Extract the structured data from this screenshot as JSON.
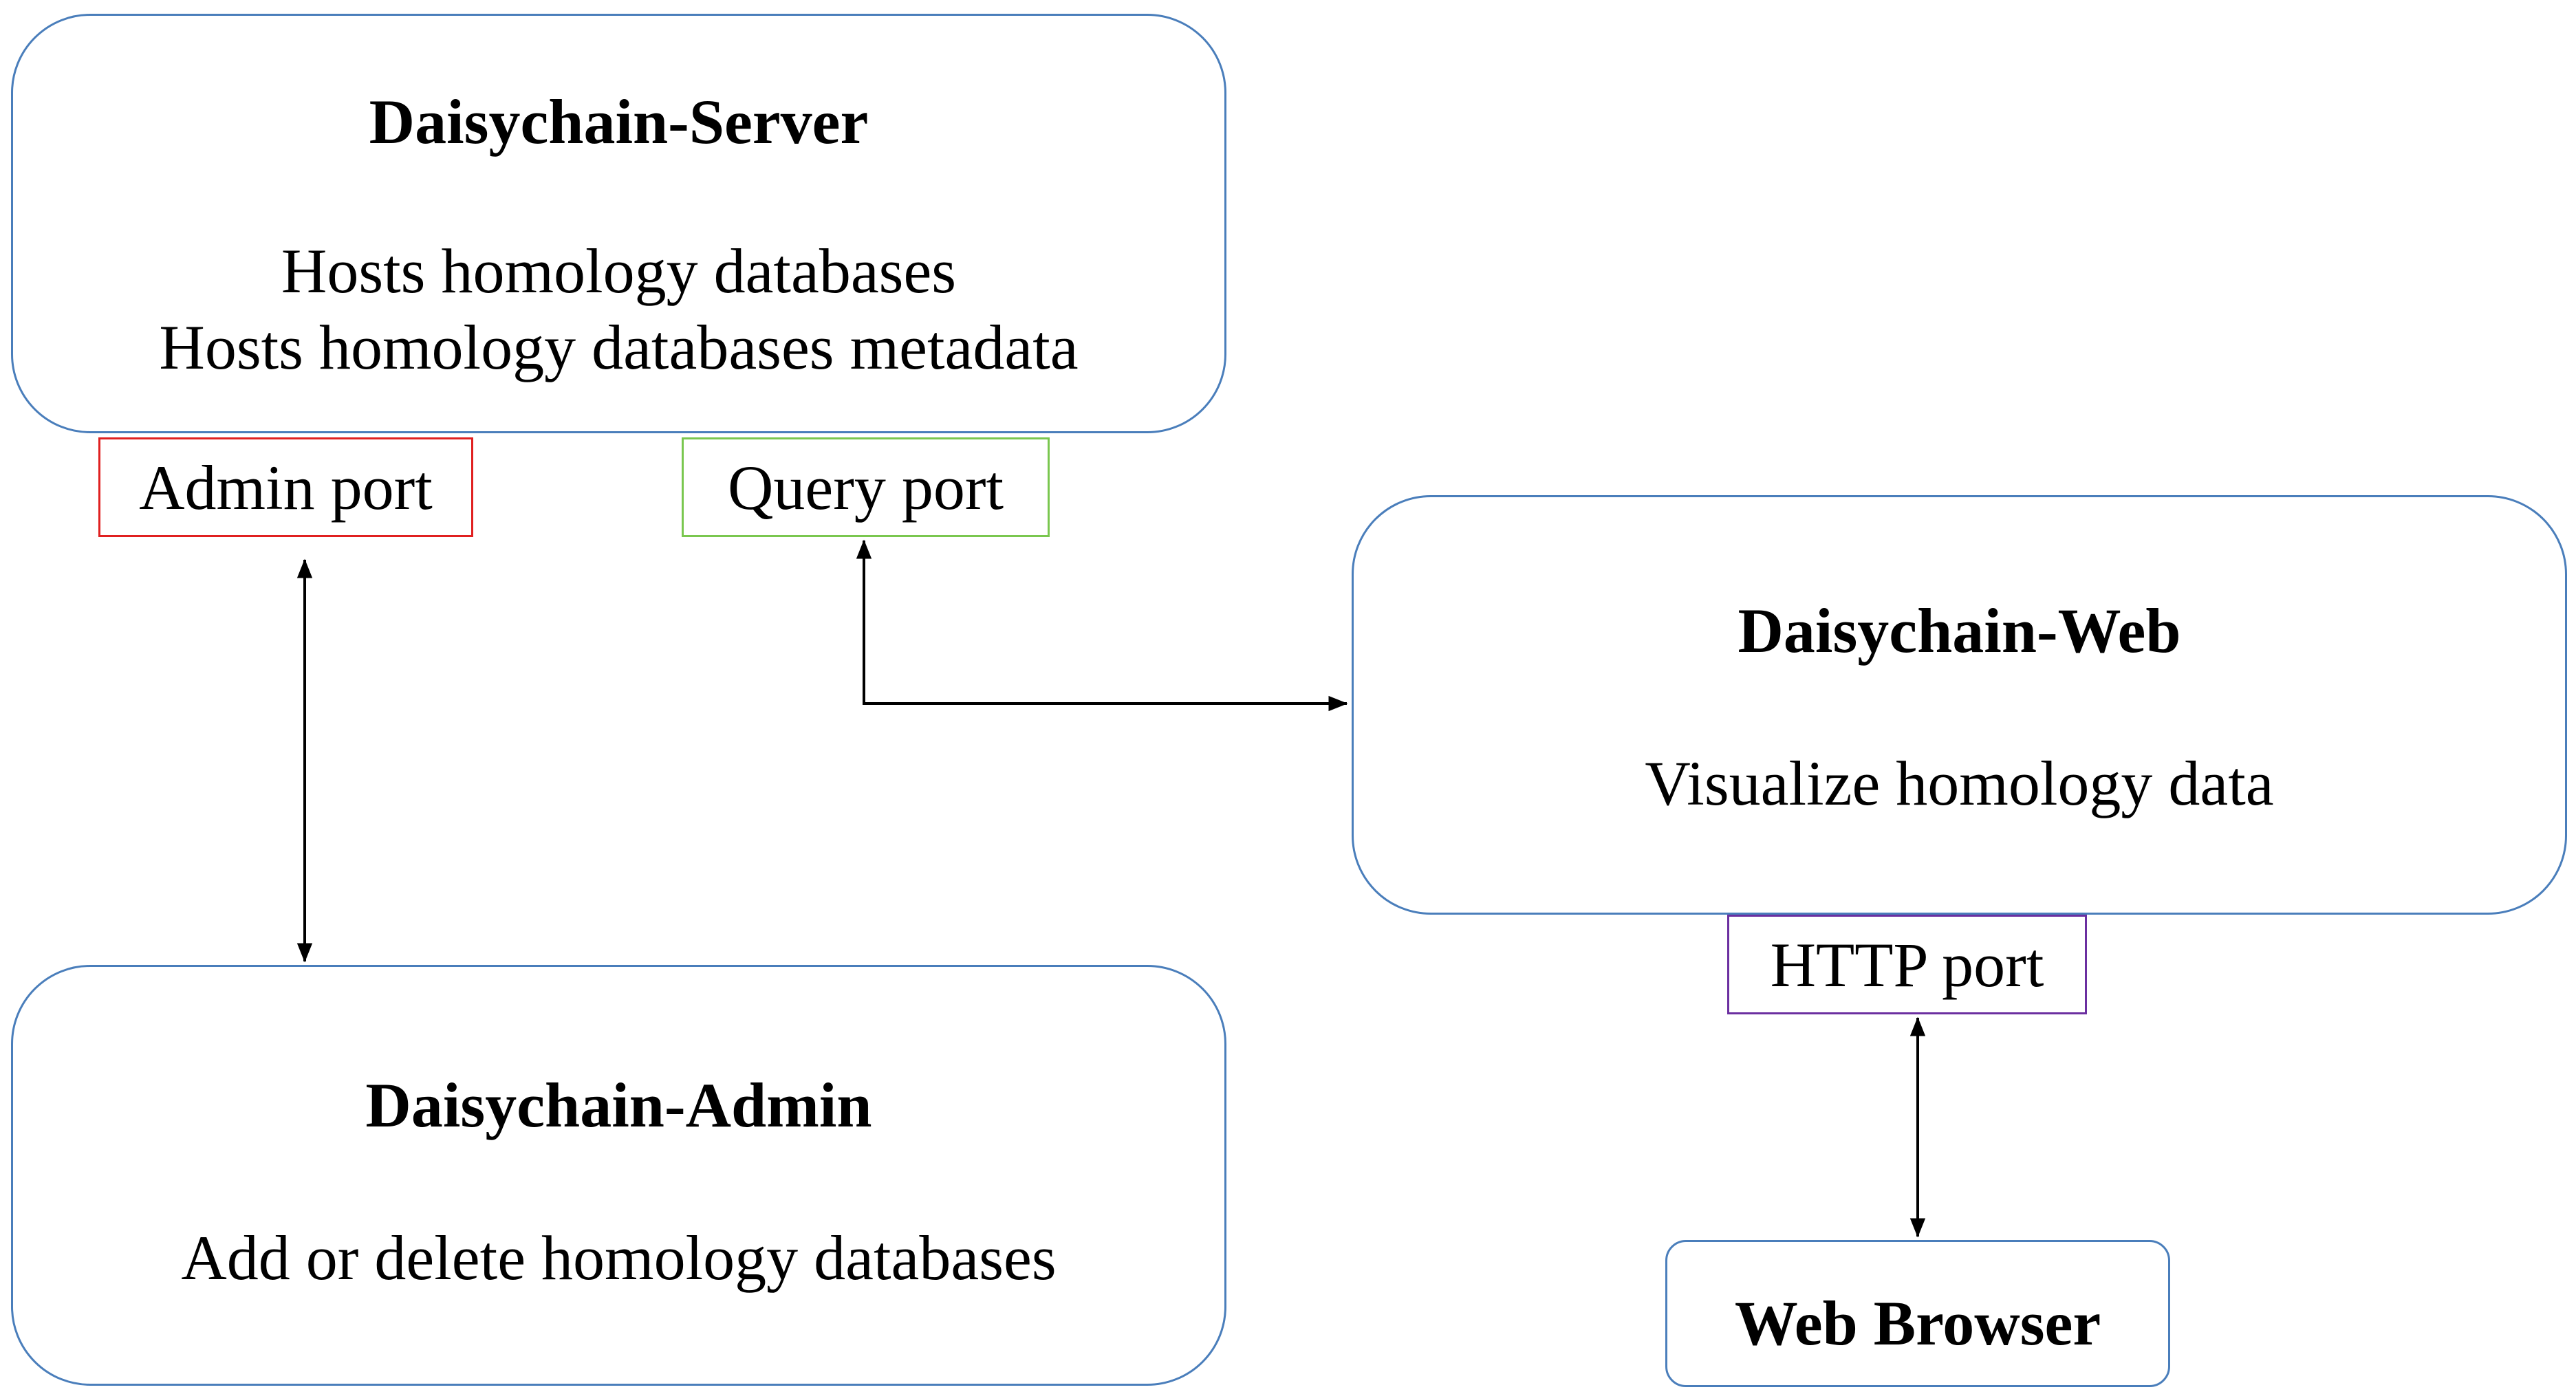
{
  "colors": {
    "box_border": "#4a7ebb",
    "admin_port_border": "#e02020",
    "query_port_border": "#7ac74f",
    "http_port_border": "#6b2fa0",
    "connector": "#000000"
  },
  "server": {
    "title": "Daisychain-Server",
    "lines": [
      "Hosts homology databases",
      "Hosts homology databases metadata"
    ]
  },
  "admin": {
    "title": "Daisychain-Admin",
    "lines": [
      "Add or delete homology databases"
    ]
  },
  "web": {
    "title": "Daisychain-Web",
    "lines": [
      "Visualize homology data"
    ]
  },
  "browser": {
    "title": "Web Browser"
  },
  "ports": {
    "admin": "Admin port",
    "query": "Query port",
    "http": "HTTP port"
  },
  "connections": [
    {
      "from": "admin-port",
      "to": "daisychain-admin",
      "direction": "both"
    },
    {
      "from": "query-port",
      "to": "daisychain-web",
      "direction": "both"
    },
    {
      "from": "http-port",
      "to": "web-browser",
      "direction": "both"
    }
  ]
}
